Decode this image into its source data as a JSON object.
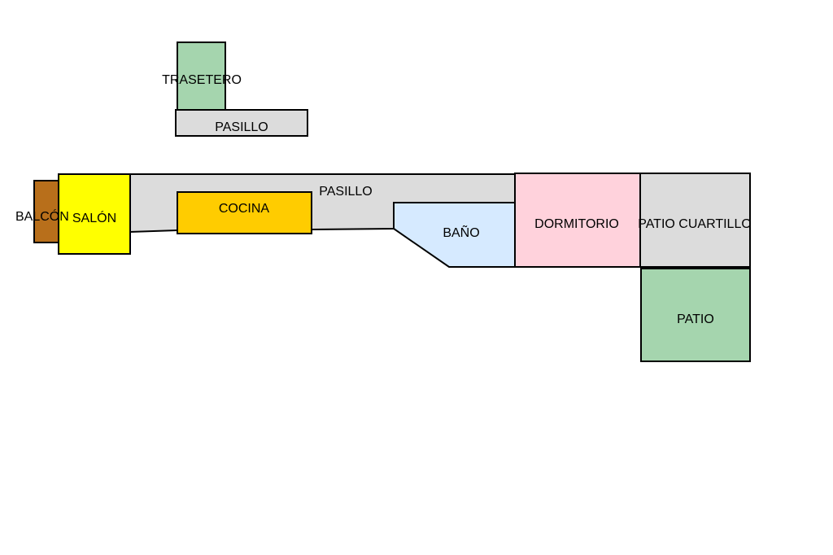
{
  "floorplan": {
    "rooms": {
      "trastero": {
        "label": "TRASETERO",
        "color": "#a5d5ae"
      },
      "pasillo_small": {
        "label": "PASILLO",
        "color": "#dcdcdc"
      },
      "pasillo_main": {
        "label": "PASILLO",
        "color": "#dcdcdc"
      },
      "balcon": {
        "label": "BALCÓN",
        "color": "#b86f1b"
      },
      "salon": {
        "label": "SALÓN",
        "color": "#ffff00"
      },
      "cocina": {
        "label": "COCINA",
        "color": "#ffcc00"
      },
      "bano": {
        "label": "BAÑO",
        "color": "#d6eaff"
      },
      "dormitorio": {
        "label": "DORMITORIO",
        "color": "#ffd2dc"
      },
      "patio_cuartillo": {
        "label": "PATIO CUARTILLO",
        "color": "#dcdcdc"
      },
      "patio": {
        "label": "PATIO",
        "color": "#a5d5ae"
      }
    },
    "line_color": "#000000",
    "background": "#ffffff"
  }
}
